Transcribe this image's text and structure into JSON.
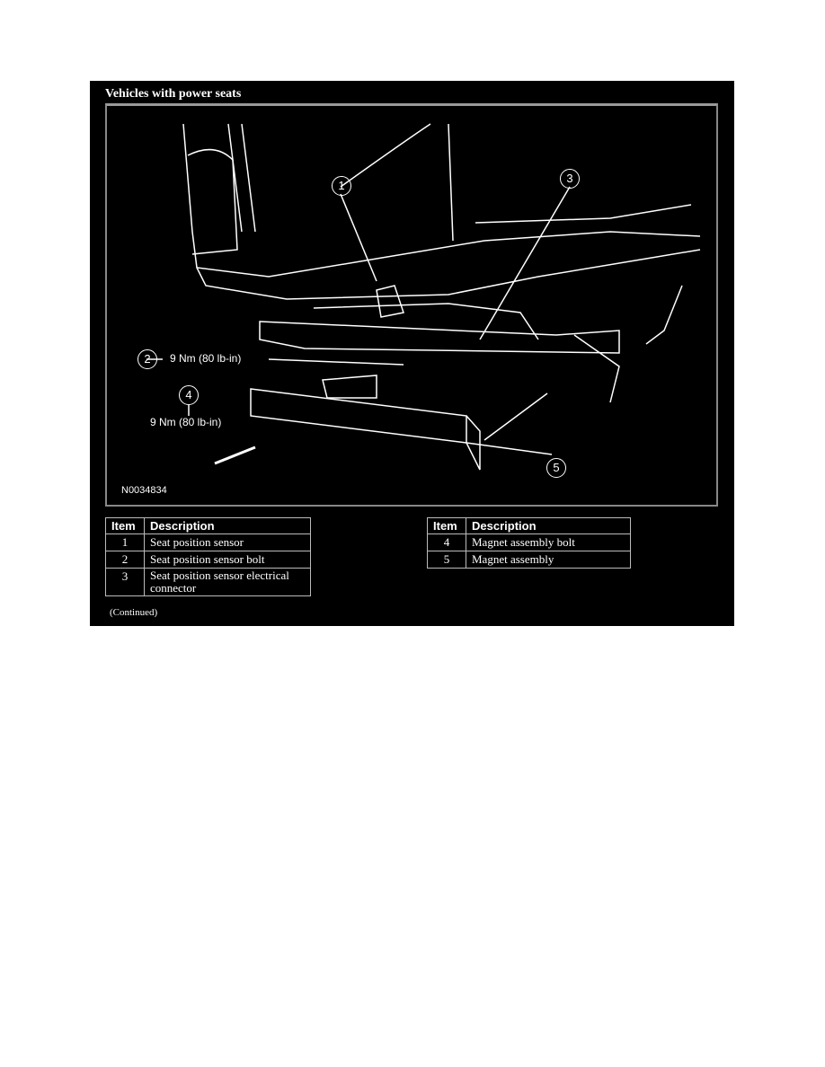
{
  "title": "Vehicles with power seats",
  "figure": {
    "callouts": [
      "1",
      "2",
      "3",
      "4",
      "5"
    ],
    "torque_2": "9 Nm (80 lb-in)",
    "torque_4": "9 Nm (80 lb-in)",
    "figure_id": "N0034834"
  },
  "table_headers": {
    "item": "Item",
    "description": "Description"
  },
  "table_left": [
    {
      "item": "1",
      "description": "Seat position sensor"
    },
    {
      "item": "2",
      "description": "Seat position sensor bolt"
    },
    {
      "item": "3",
      "description": "Seat position sensor electrical connector"
    }
  ],
  "table_right": [
    {
      "item": "4",
      "description": "Magnet assembly bolt"
    },
    {
      "item": "5",
      "description": "Magnet assembly"
    }
  ],
  "continued": "(Continued)"
}
